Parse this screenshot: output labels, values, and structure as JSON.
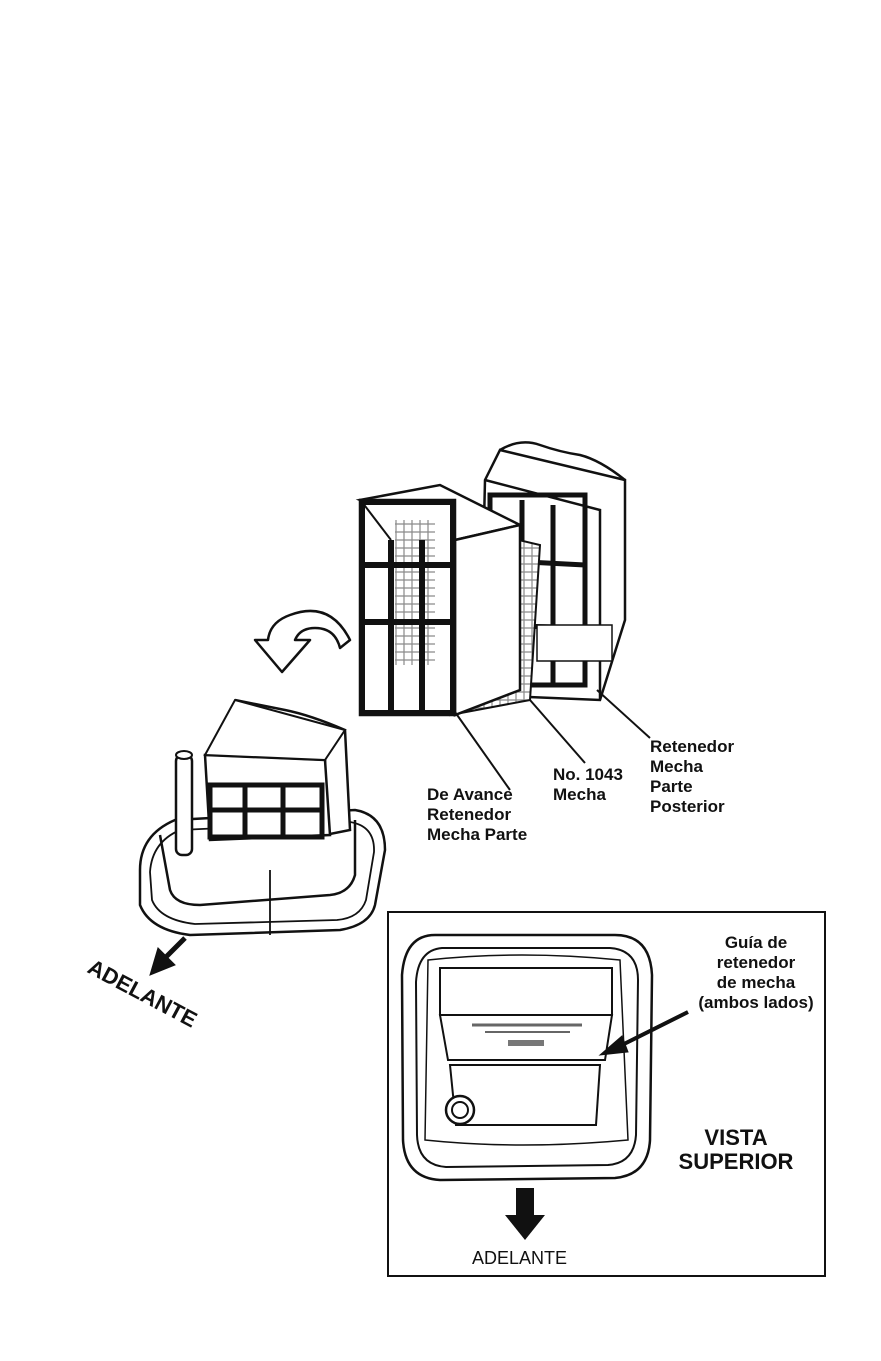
{
  "labels": {
    "front_retainer": "De Avance\nRetenedor\nMecha Parte",
    "wick": "No. 1043\nMecha",
    "rear_retainer": "Retenedor\nMecha\nParte\nPosterior",
    "front_direction_angled": "ADELANTE",
    "retainer_guide": "Guía de\nretenedor\nde mecha\n(ambos lados)",
    "top_view_title": "VISTA\nSUPERIOR",
    "front_direction_top": "ADELANTE"
  },
  "colors": {
    "line": "#111111",
    "background": "#ffffff",
    "mesh": "#9a9a9a"
  },
  "icons": [
    "curved-arrow-icon",
    "down-arrow-icon"
  ]
}
